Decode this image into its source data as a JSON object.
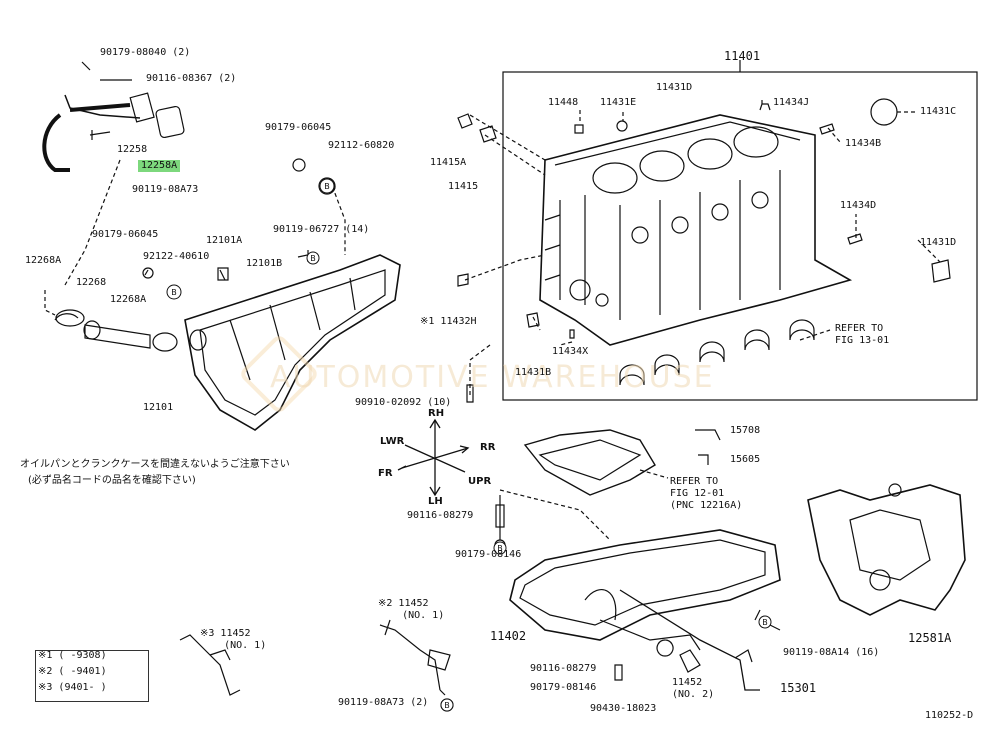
{
  "diagram_id": "110252-D",
  "watermark": "AUTOMOTIVE WAREHOUSE",
  "parts": {
    "p11401": "11401",
    "p11448": "11448",
    "p11431E": "11431E",
    "p11431D_top": "11431D",
    "p11434J": "11434J",
    "p11431C": "11431C",
    "p11434B": "11434B",
    "p11434D": "11434D",
    "p11431D_right": "11431D",
    "p11415A": "11415A",
    "p11415": "11415",
    "p11432H": "※1 11432H",
    "p11434X": "11434X",
    "p11431B": "11431B",
    "refer_1301": "REFER TO\nFIG 13-01",
    "p90910": "90910-02092 (10)",
    "p90179_08040": "90179-08040 (2)",
    "p90116_08367": "90116-08367 (2)",
    "p12258": "12258",
    "p12258A": "12258A",
    "p90119_08A73": "90119-08A73",
    "p90179_06045_a": "90179-06045",
    "p92112_60820": "92112-60820",
    "p90179_06045_b": "90179-06045",
    "p92122_40610": "92122-40610",
    "p12101A": "12101A",
    "p12101B": "12101B",
    "p90119_06727": "90119-06727 (14)",
    "p12268A_left": "12268A",
    "p12268": "12268",
    "p12268A": "12268A",
    "p12101": "12101",
    "p15708": "15708",
    "p15605": "15605",
    "refer_1201": "REFER TO\nFIG 12-01\n(PNC 12216A)",
    "p90116_08279_a": "90116-08279",
    "p90179_08146_a": "90179-08146",
    "p12581A": "12581A",
    "p11402": "11402",
    "p90119_08A14": "90119-08A14 (16)",
    "p90116_08279_b": "90116-08279",
    "p90179_08146_b": "90179-08146",
    "p90430_18023": "90430-18023",
    "p11452_no2": "11452\n(NO. 2)",
    "p15301": "15301",
    "p11452_star2": "※2 11452\n    (NO. 1)",
    "p11452_star3": "※3 11452\n    (NO. 1)",
    "p90119_08A73_2": "90119-08A73 (2)"
  },
  "directions": {
    "rh": "RH",
    "lh": "LH",
    "lwr": "LWR",
    "upr": "UPR",
    "fr": "FR",
    "rr": "RR"
  },
  "notes": {
    "line1": "オイルパンとクランクケースを間違えないようご注意下さい",
    "line2": "(必ず品名コードの品名を確認下さい)"
  },
  "reference": {
    "r1": "※1 (     -9308)",
    "r2": "※2 (     -9401)",
    "r3": "※3 (9401-     )"
  },
  "colors": {
    "highlight": "#7dd87d",
    "line": "#111111",
    "watermark": "#f0d9b5"
  }
}
